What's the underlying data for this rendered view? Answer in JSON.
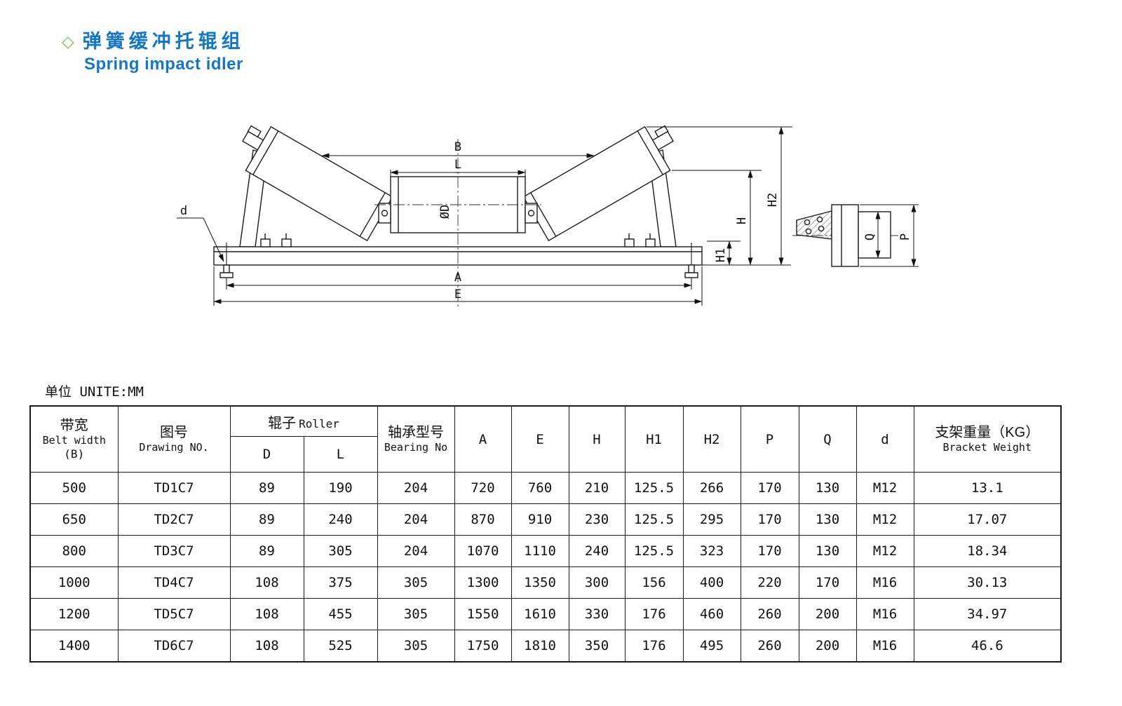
{
  "header": {
    "diamond": "◇",
    "title_zh": "弹簧缓冲托辊组",
    "title_en": "Spring impact idler"
  },
  "unit_note": "单位 UNITE:MM",
  "drawing": {
    "labels": {
      "b": "B",
      "l": "L",
      "dia": "ØD",
      "d": "d",
      "a": "A",
      "e": "E",
      "h": "H",
      "h1": "H1",
      "h2": "H2",
      "p": "P",
      "q": "Q"
    }
  },
  "table": {
    "headers": {
      "belt_width": {
        "zh": "带宽",
        "en": "Belt width",
        "sub": "(B)"
      },
      "drawing_no": {
        "zh": "图号",
        "en": "Drawing NO."
      },
      "roller": {
        "group_zh": "辊子",
        "group_en": "Roller",
        "d": "D",
        "l": "L"
      },
      "bearing": {
        "zh": "轴承型号",
        "en": "Bearing No"
      },
      "a": "A",
      "e": "E",
      "h": "H",
      "h1": "H1",
      "h2": "H2",
      "p": "P",
      "q": "Q",
      "d": "d",
      "bracket_weight": {
        "zh": "支架重量（KG）",
        "en": "Bracket Weight"
      }
    },
    "rows": [
      [
        "500",
        "TD1C7",
        "89",
        "190",
        "204",
        "720",
        "760",
        "210",
        "125.5",
        "266",
        "170",
        "130",
        "M12",
        "13.1"
      ],
      [
        "650",
        "TD2C7",
        "89",
        "240",
        "204",
        "870",
        "910",
        "230",
        "125.5",
        "295",
        "170",
        "130",
        "M12",
        "17.07"
      ],
      [
        "800",
        "TD3C7",
        "89",
        "305",
        "204",
        "1070",
        "1110",
        "240",
        "125.5",
        "323",
        "170",
        "130",
        "M12",
        "18.34"
      ],
      [
        "1000",
        "TD4C7",
        "108",
        "375",
        "305",
        "1300",
        "1350",
        "300",
        "156",
        "400",
        "220",
        "170",
        "M16",
        "30.13"
      ],
      [
        "1200",
        "TD5C7",
        "108",
        "455",
        "305",
        "1550",
        "1610",
        "330",
        "176",
        "460",
        "260",
        "200",
        "M16",
        "34.97"
      ],
      [
        "1400",
        "TD6C7",
        "108",
        "525",
        "305",
        "1750",
        "1810",
        "350",
        "176",
        "495",
        "260",
        "200",
        "M16",
        "46.6"
      ]
    ]
  }
}
